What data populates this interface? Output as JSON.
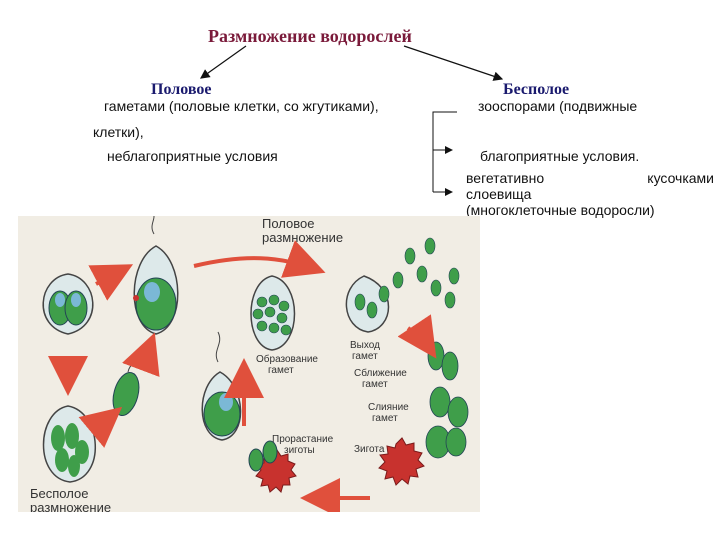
{
  "title": "Размножение водорослей",
  "sexual": {
    "heading": "Половое",
    "line1": "гаметами   (половые клетки, со жгутиками),",
    "line2": "клетки),",
    "line3": "неблагоприятные условия"
  },
  "asexual": {
    "heading": "Бесполое",
    "line1": "зооспорами  (подвижные",
    "line2": "благоприятные условия.",
    "veg_word1": "вегетативно",
    "veg_word2": "кусочками",
    "veg_line2": "слоевища",
    "veg_line3": "(многоклеточные водоросли)"
  },
  "figure": {
    "sexual_label": "Половое размножение",
    "asexual_label": "Бесполое размножение",
    "gamete_formation": "Образование гамет",
    "gamete_release": "Выход гамет",
    "gamete_approach": "Сближение гамет",
    "gamete_fusion": "Слияние гамет",
    "zygote": "Зигота",
    "zygote_germination": "Прорастание зиготы"
  },
  "colors": {
    "title": "#7a1a3a",
    "heading": "#1a1a6e",
    "cell_green": "#3f9e4a",
    "arrow_red": "#e0503c",
    "zygote_red": "#c8322e"
  }
}
